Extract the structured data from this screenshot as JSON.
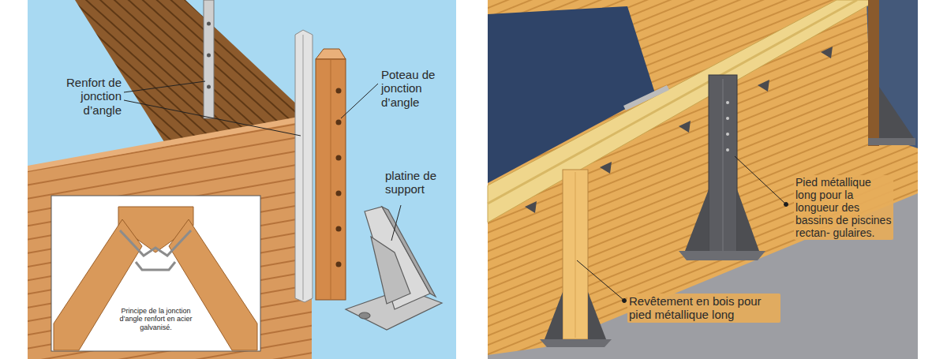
{
  "diagram": {
    "nodes": [
      {
        "text": [
          "Principe de la jonction d’angle renfort en acier galvanisé."
        ]
      }
    ],
    "labels": [
      "Renfort de jonction d’angle",
      "Poteau de jonction d’angle",
      "platine de support",
      "Pied métallique long pour la longueur des bassins de piscines rectan- gulaires.",
      "Revêtement en bois pour pied métallique long"
    ]
  }
}
